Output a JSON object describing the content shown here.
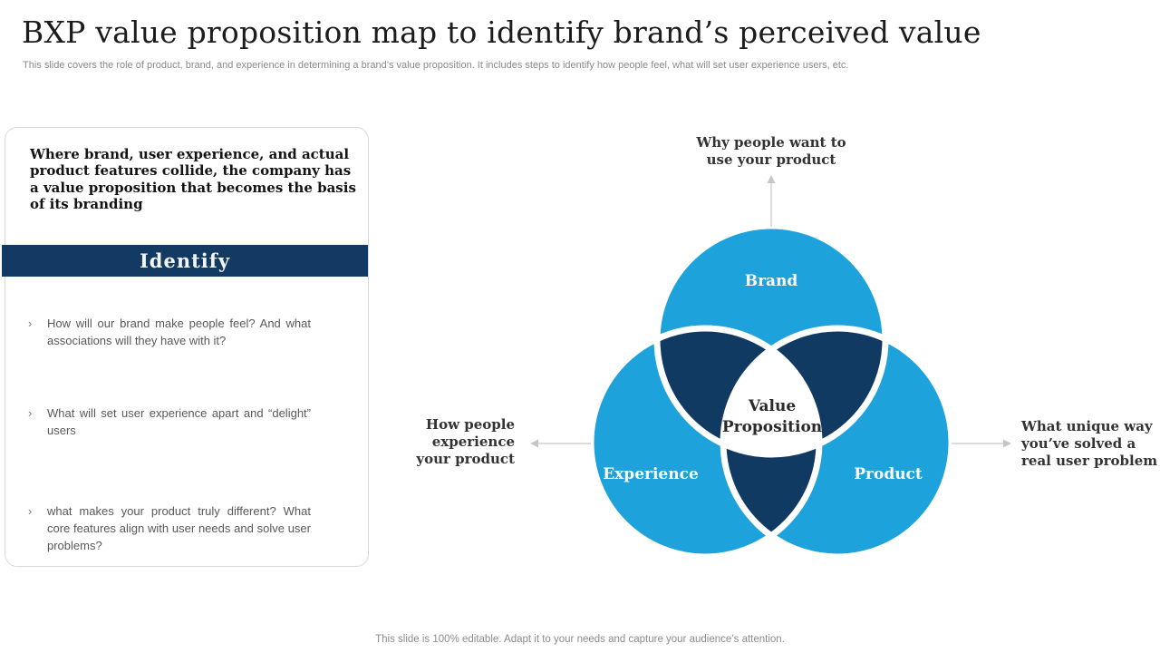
{
  "slide": {
    "title": "BXP value proposition map to identify brand’s perceived value",
    "subtitle": "This slide covers the role of product, brand, and experience in determining a brand’s value proposition. It includes steps to identify how people feel, what will set user experience users, etc.",
    "footer": "This slide is 100% editable. Adapt it to your needs and capture your audience’s attention."
  },
  "info_card": {
    "description": "Where brand, user experience, and actual\nproduct features collide, the company has\na value proposition that becomes the basis\nof its branding",
    "header": "Identify",
    "header_bg": "#123A63",
    "bullet_marker": "›",
    "bullets": [
      {
        "text": "How will our brand make people feel? And what associations will they have with it?"
      },
      {
        "text": "What will set user experience apart and “delight” users"
      },
      {
        "text": "what makes your product truly different? What core features align with user needs and solve user problems?"
      }
    ]
  },
  "venn": {
    "labels": {
      "brand": "Brand",
      "experience": "Experience",
      "product": "Product"
    },
    "center_label": "Value\nProposition",
    "annotations": {
      "top": "Why people want to\nuse your product",
      "left": "How people\nexperience\nyour product",
      "right": "What unique way\nyou’ve solved a\nreal user problem"
    },
    "colors": {
      "circle": "#1EA2DC",
      "overlap": "#113A63",
      "divider": "#FFFFFF",
      "arrow": "#C6C6C6"
    }
  }
}
